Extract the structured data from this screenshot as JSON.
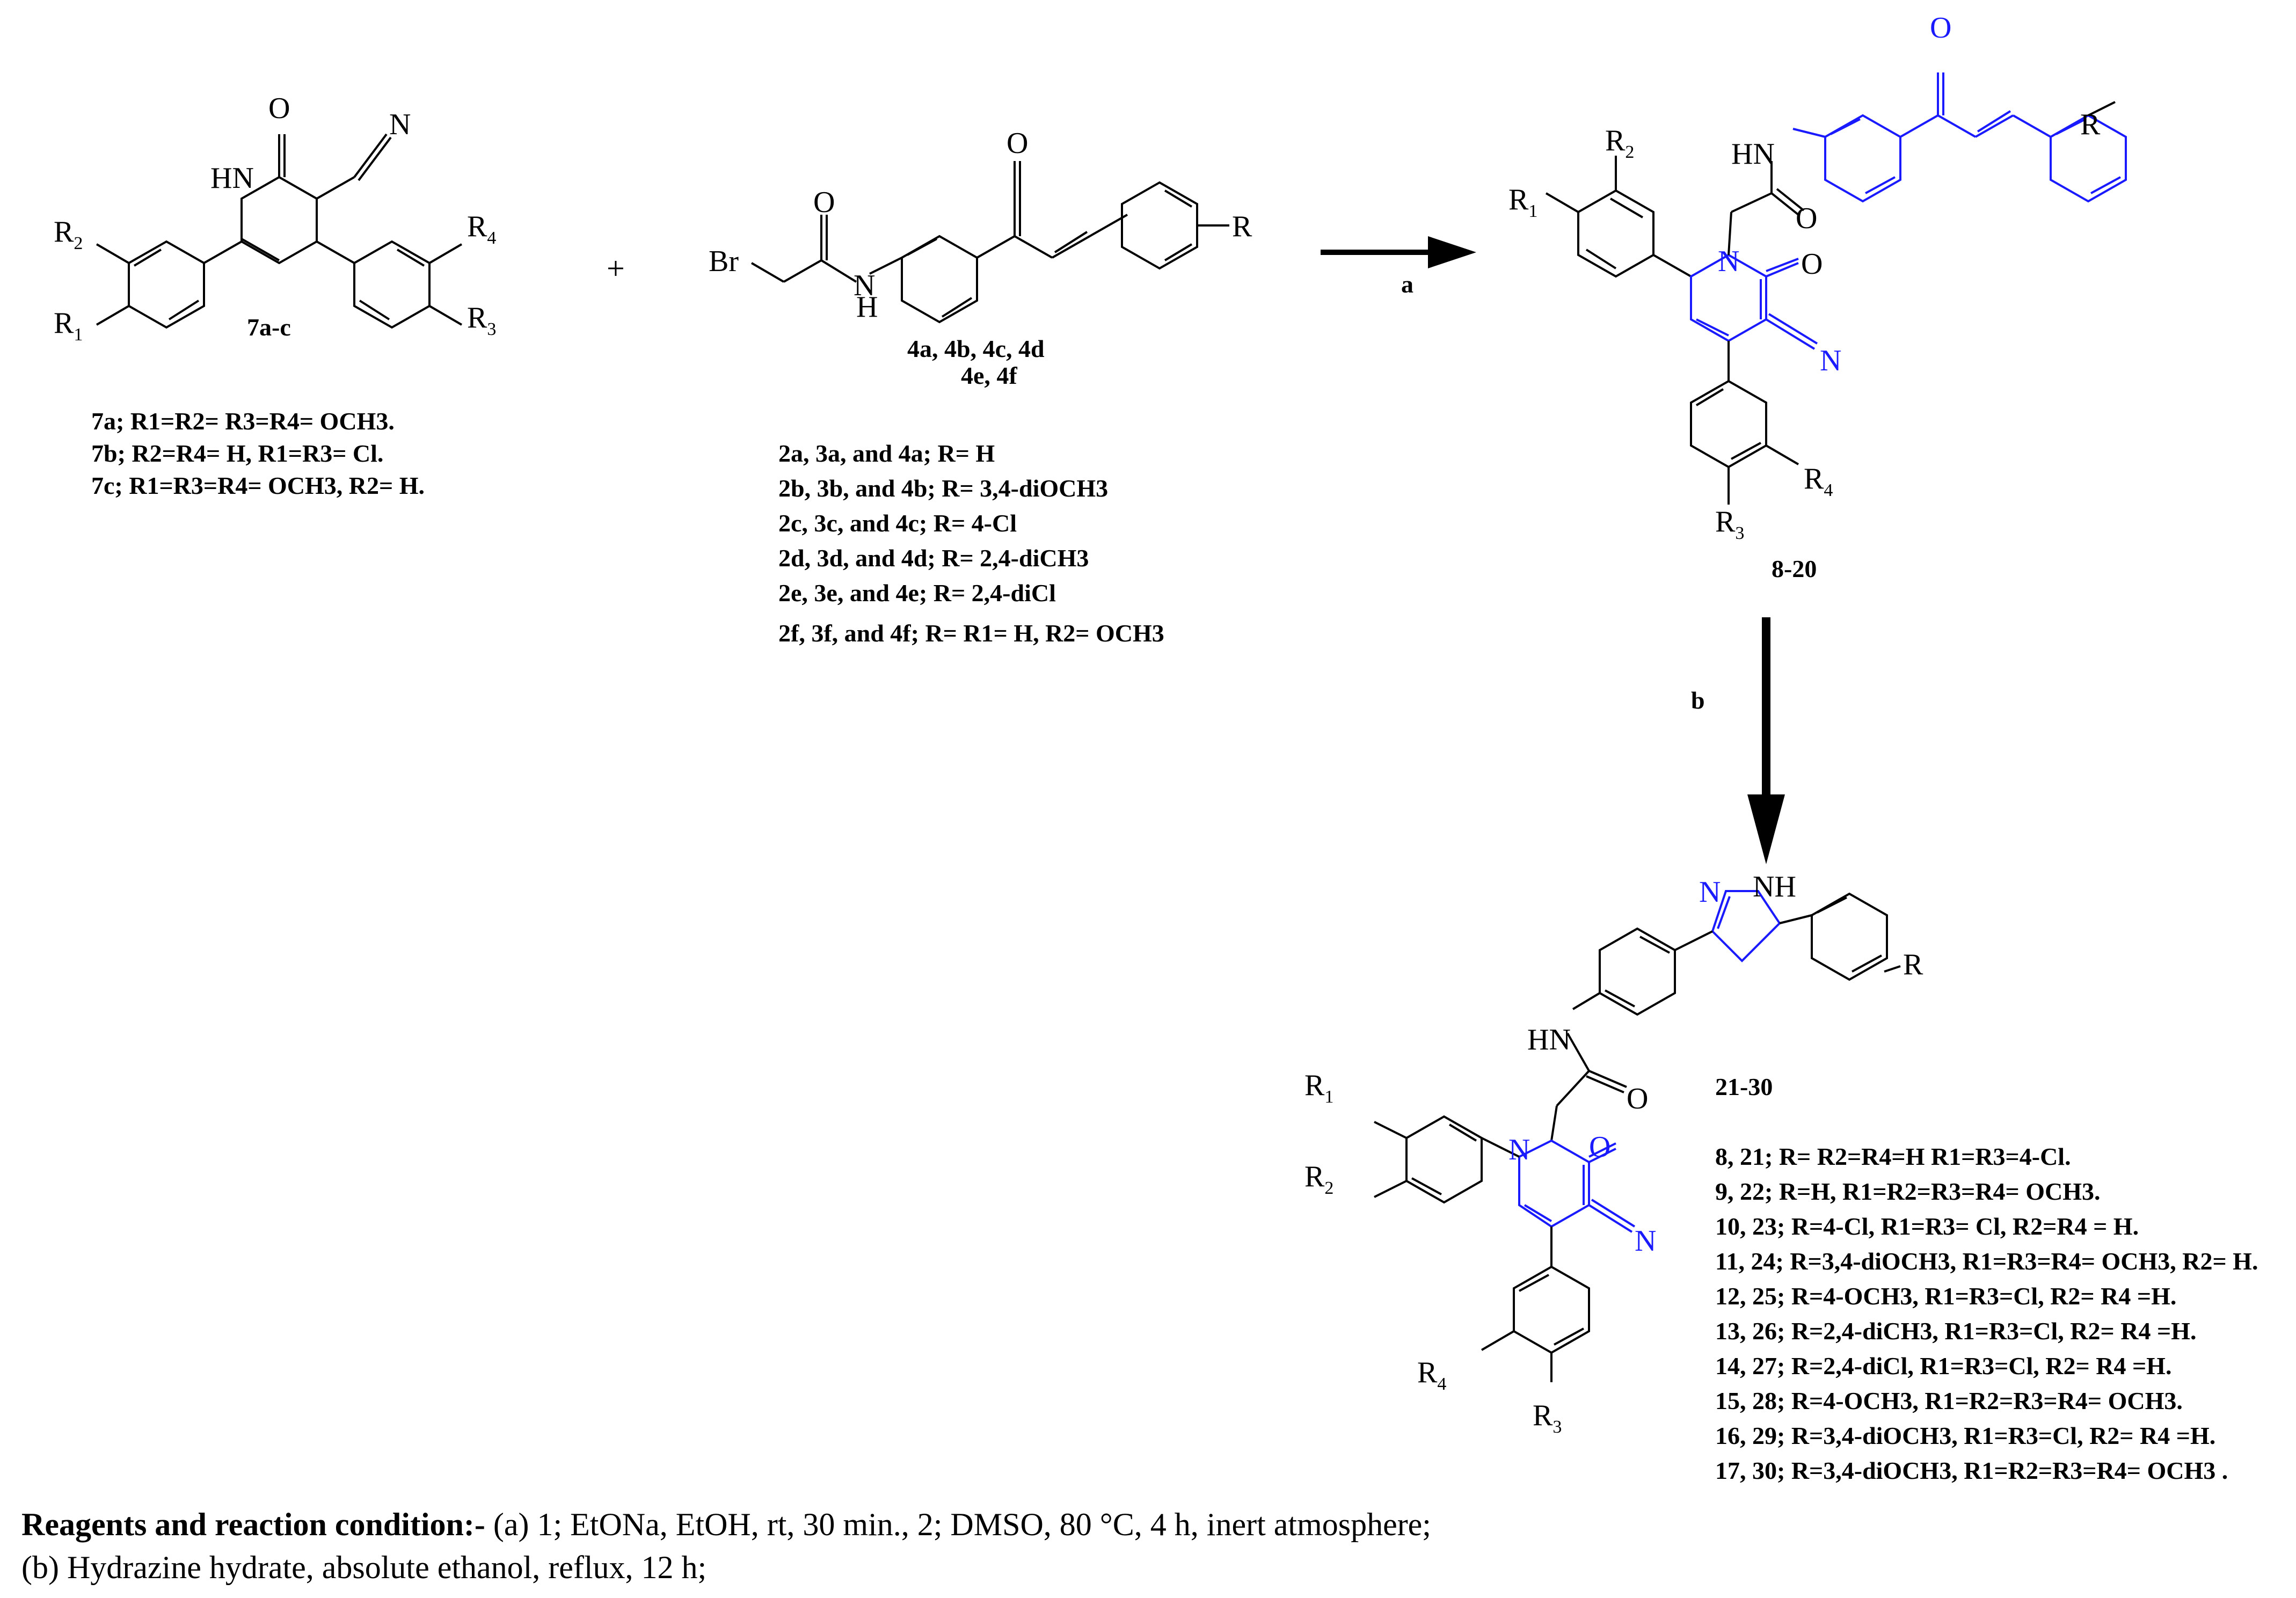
{
  "compounds": {
    "pyridone_start": {
      "label": "7a-c"
    },
    "chalcone_start": {
      "label_line1": "4a, 4b, 4c, 4d",
      "label_line2": "4e, 4f"
    },
    "product_pyridone_chalcone": {
      "label": "8-20"
    },
    "product_pyrazoline": {
      "label": "21-30"
    }
  },
  "atoms": {
    "O": "O",
    "N": "N",
    "HN": "HN",
    "H": "H",
    "Br": "Br",
    "R": "R",
    "R1": "R",
    "R2": "R",
    "R3": "R",
    "R4": "R",
    "sub1": "1",
    "sub2": "2",
    "sub3": "3",
    "sub4": "4",
    "NNH_N": "N",
    "NNH_NH": "NH"
  },
  "plus": "+",
  "arrows": {
    "a": "a",
    "b": "b"
  },
  "substituents_7": [
    "7a; R1=R2= R3=R4= OCH3.",
    "7b;  R2=R4= H, R1=R3= Cl.",
    "7c;  R1=R3=R4= OCH3, R2= H."
  ],
  "substituents_2_4": [
    "2a, 3a, and 4a;  R= H",
    "2b, 3b, and 4b; R= 3,4-diOCH3",
    "2c, 3c, and 4c;  R= 4-Cl",
    "2d, 3d, and 4d; R= 2,4-diCH3",
    "2e, 3e, and 4e;  R= 2,4-diCl",
    "2f, 3f, and 4f;   R= R1= H, R2= OCH3"
  ],
  "substituents_products": [
    "8, 21; R= R2=R4=H R1=R3=4-Cl.",
    "9, 22; R=H, R1=R2=R3=R4= OCH3.",
    "10, 23; R=4-Cl, R1=R3= Cl, R2=R4 = H.",
    "11, 24; R=3,4-diOCH3, R1=R3=R4= OCH3, R2= H.",
    "12, 25; R=4-OCH3, R1=R3=Cl, R2= R4 =H.",
    "13, 26; R=2,4-diCH3, R1=R3=Cl, R2= R4 =H.",
    "14, 27; R=2,4-diCl, R1=R3=Cl, R2= R4 =H.",
    "15, 28; R=4-OCH3, R1=R2=R3=R4= OCH3.",
    "16, 29; R=3,4-diOCH3, R1=R3=Cl, R2= R4 =H.",
    "17, 30; R=3,4-diOCH3, R1=R2=R3=R4= OCH3 ."
  ],
  "conditions": {
    "heading": "Reagents and reaction condition:-",
    "line_a": " (a) 1; EtONa, EtOH, rt, 30 min., 2; DMSO, 80 °C, 4 h, inert atmosphere;",
    "line_b": " (b) Hydrazine hydrate, absolute ethanol, reflux, 12 h;"
  },
  "colors": {
    "ink": "#000000",
    "highlight": "#1a1aff"
  }
}
